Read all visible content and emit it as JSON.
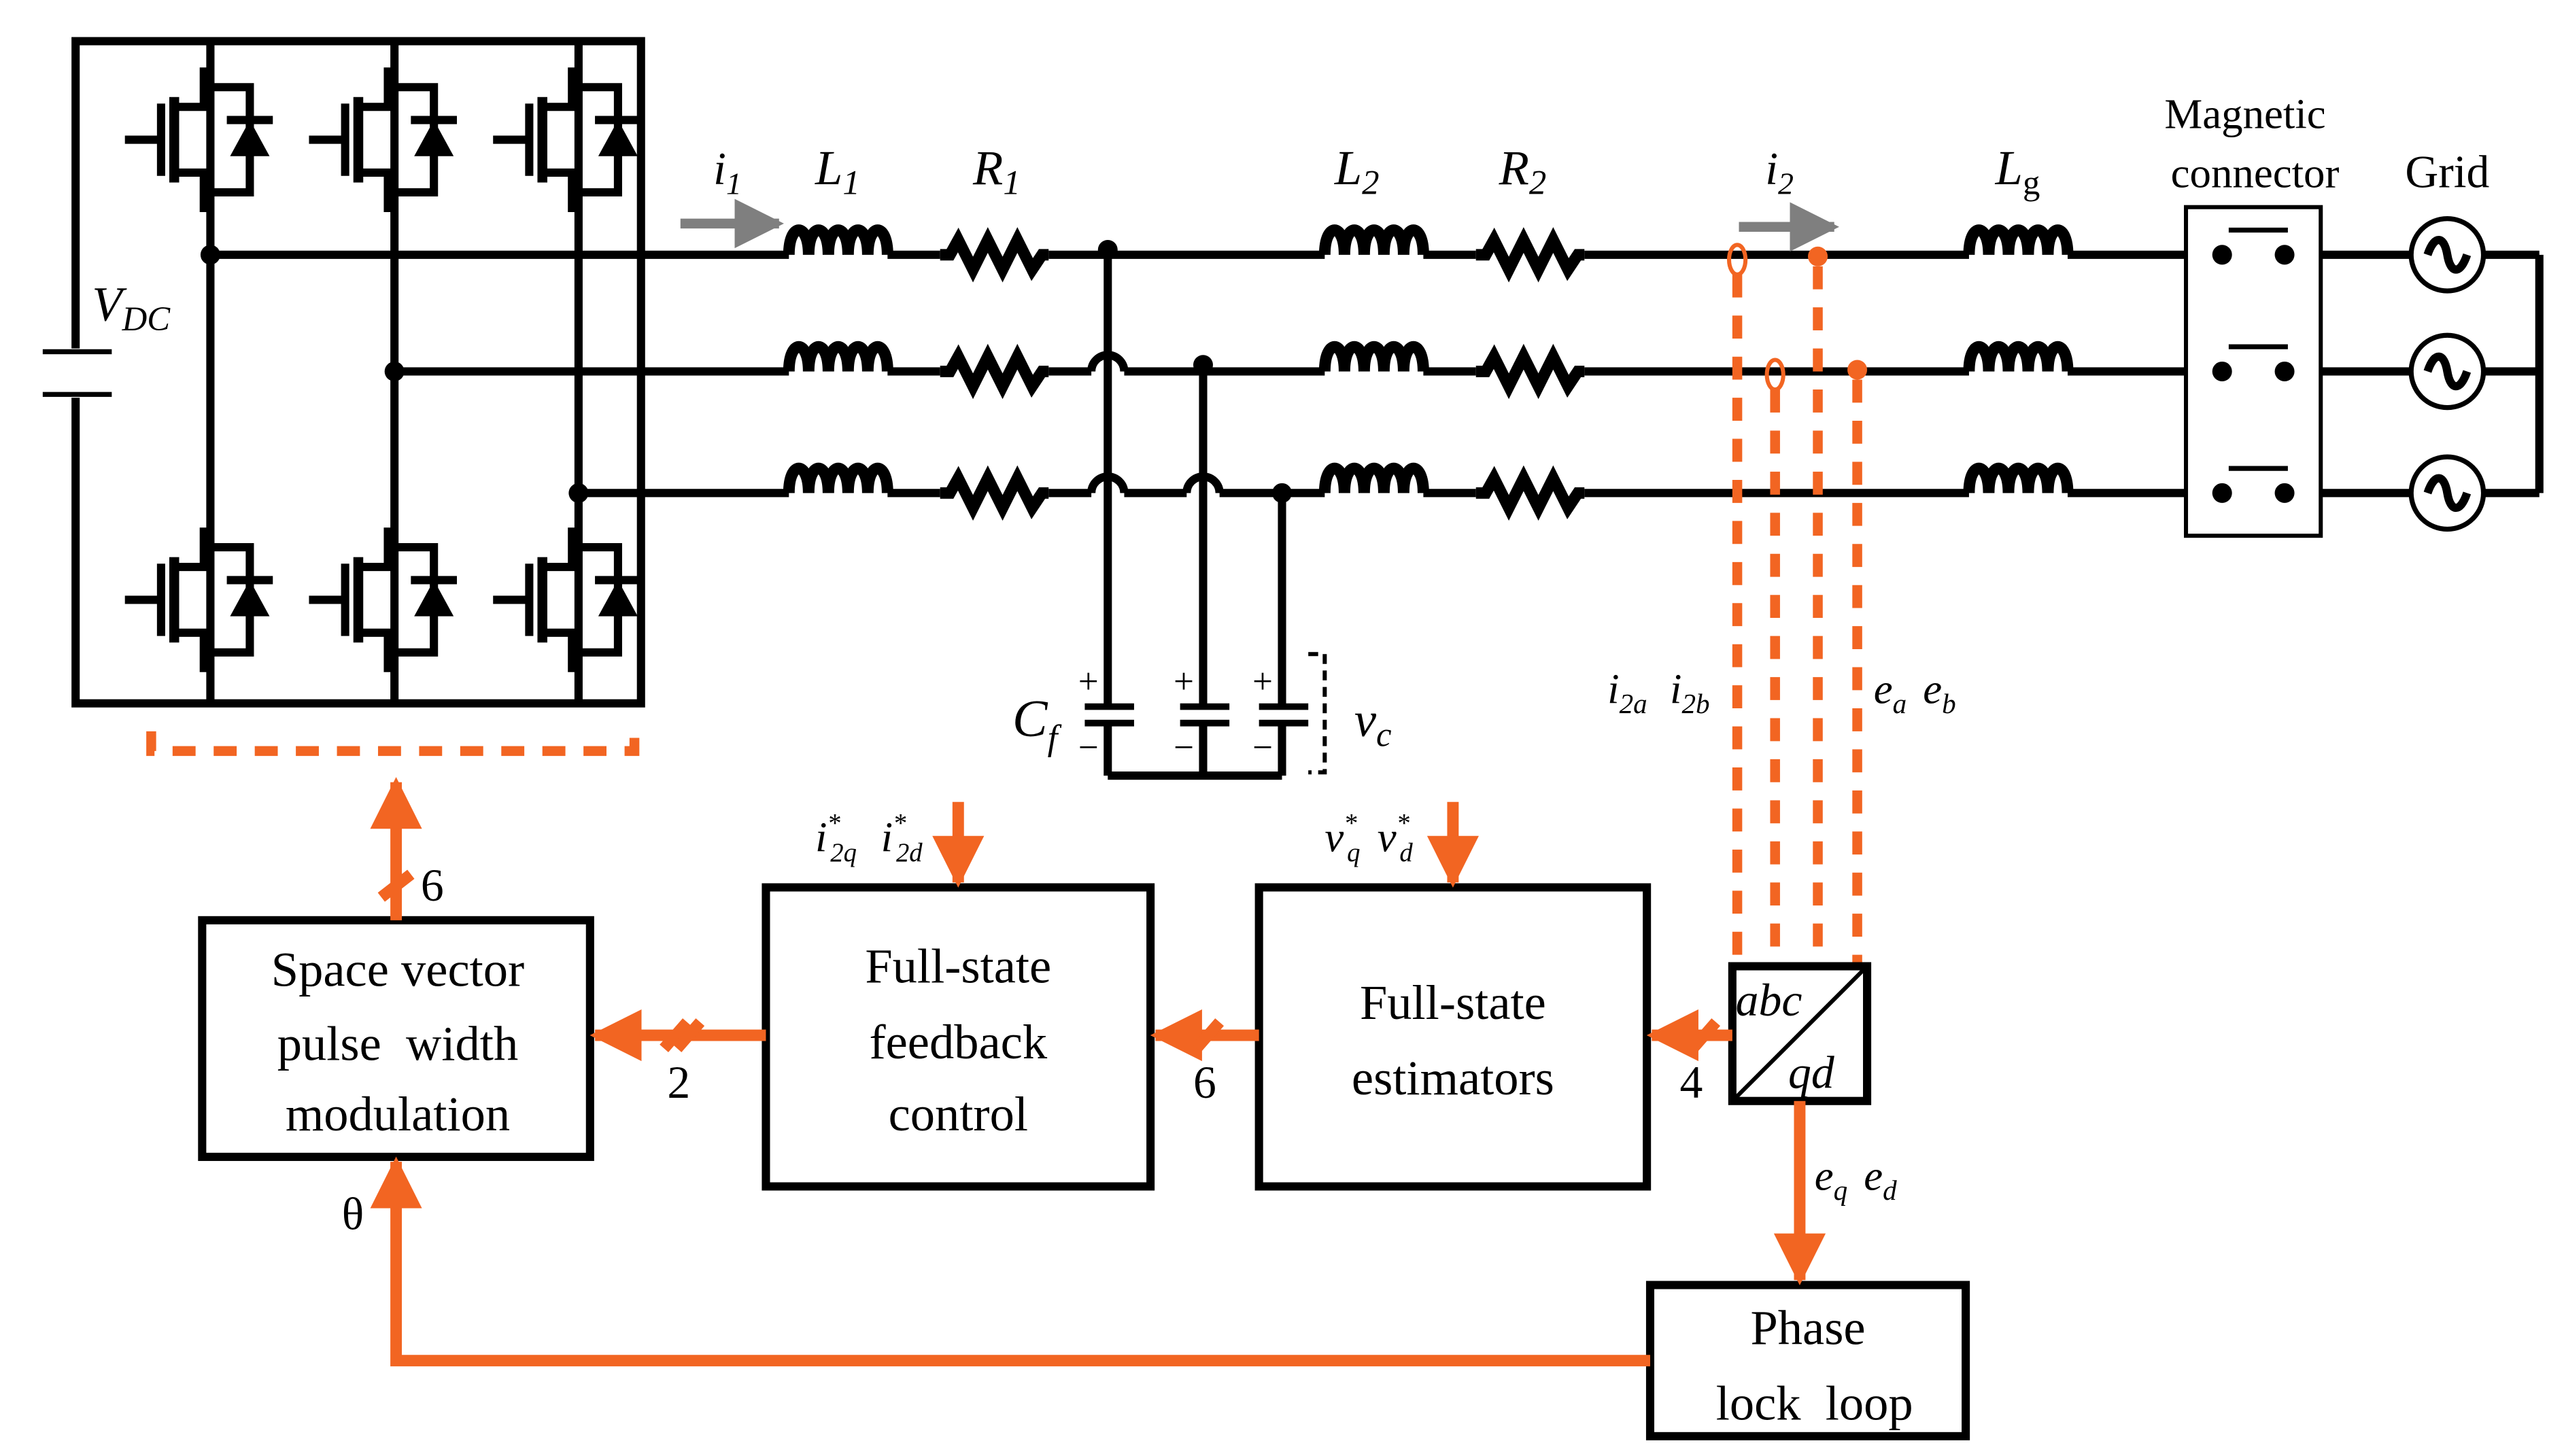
{
  "colors": {
    "accent": "#f26522",
    "current_arrow": "#7f7f7f",
    "ink": "#000000"
  },
  "circuit": {
    "dc_source": {
      "label": "V",
      "sub": "DC"
    },
    "current_1": {
      "label": "i",
      "sub": "1"
    },
    "inductor_1": {
      "label": "L",
      "sub": "1"
    },
    "resistor_1": {
      "label": "R",
      "sub": "1"
    },
    "inductor_2": {
      "label": "L",
      "sub": "2"
    },
    "resistor_2": {
      "label": "R",
      "sub": "2"
    },
    "current_2": {
      "label": "i",
      "sub": "2"
    },
    "inductor_g": {
      "label": "L",
      "sub": "g"
    },
    "capacitor": {
      "label": "C",
      "sub": "f"
    },
    "cap_voltage": {
      "label": "v",
      "sub": "c"
    },
    "cap_plus": "+",
    "cap_minus": "−",
    "magnetic_connector": [
      "Magnetic",
      "connector"
    ],
    "grid": "Grid"
  },
  "signals": {
    "measured_currents": [
      {
        "label": "i",
        "sub": "2a"
      },
      {
        "label": "i",
        "sub": "2b"
      }
    ],
    "measured_voltages": [
      {
        "label": "e",
        "sub": "a"
      },
      {
        "label": "e",
        "sub": "b"
      }
    ],
    "current_refs": [
      {
        "label": "i",
        "sup": "*",
        "sub": "2q"
      },
      {
        "label": "i",
        "sup": "*",
        "sub": "2d"
      }
    ],
    "voltage_refs": [
      {
        "label": "v",
        "sup": "*",
        "sub": "q"
      },
      {
        "label": "v",
        "sup": "*",
        "sub": "d"
      }
    ],
    "grid_voltages_qd": [
      {
        "label": "e",
        "sub": "q"
      },
      {
        "label": "e",
        "sub": "d"
      }
    ],
    "theta": "θ"
  },
  "blocks": {
    "svpwm": [
      "Space vector",
      "pulse  width",
      "modulation"
    ],
    "fsfc": [
      "Full-state",
      "feedback",
      "control"
    ],
    "estimators": [
      "Full-state",
      "estimators"
    ],
    "transform_top": "abc",
    "transform_bottom": "qd",
    "pll": [
      "Phase",
      "lock  loop"
    ]
  },
  "bus_widths": {
    "gate_signals": "6",
    "svpwm_in": "2",
    "fsfc_in": "6",
    "est_in": "4"
  }
}
